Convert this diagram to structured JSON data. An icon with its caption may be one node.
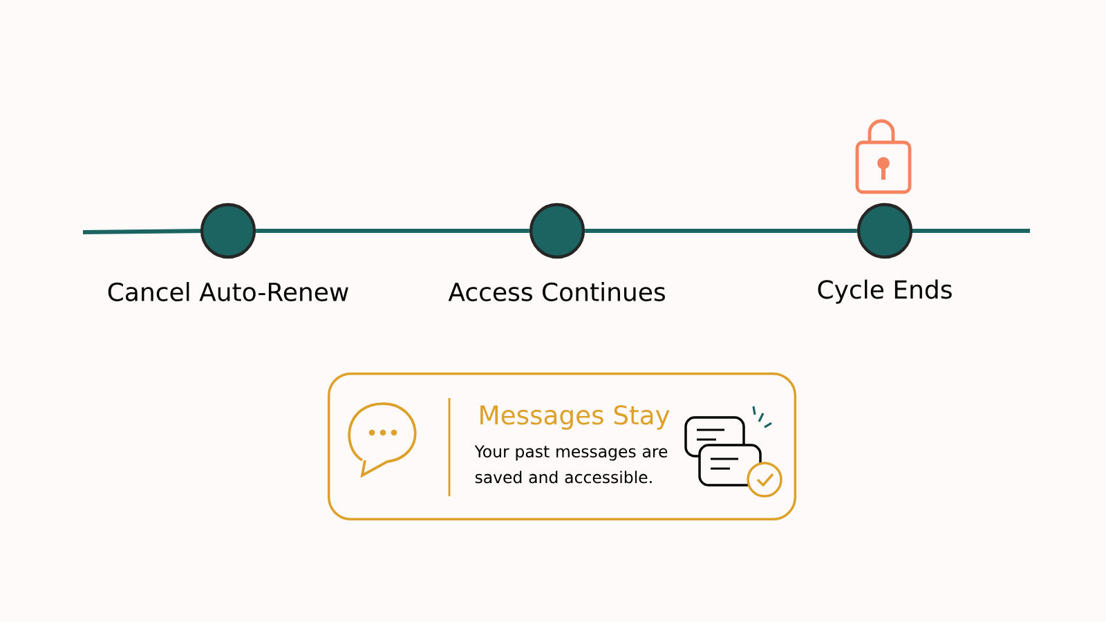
{
  "diagram": {
    "nodes": [
      {
        "text": [
          "Cancel Auto-Renew"
        ]
      },
      {
        "text": [
          "Access Continues"
        ]
      },
      {
        "text": [
          "Cycle Ends"
        ]
      },
      {
        "text": [
          "Messages Stay",
          "Your past messages are saved and accessible."
        ]
      }
    ],
    "edges": [
      {
        "from": 0,
        "to": 1,
        "arrow": "none"
      },
      {
        "from": 1,
        "to": 2,
        "arrow": "none"
      }
    ]
  }
}
